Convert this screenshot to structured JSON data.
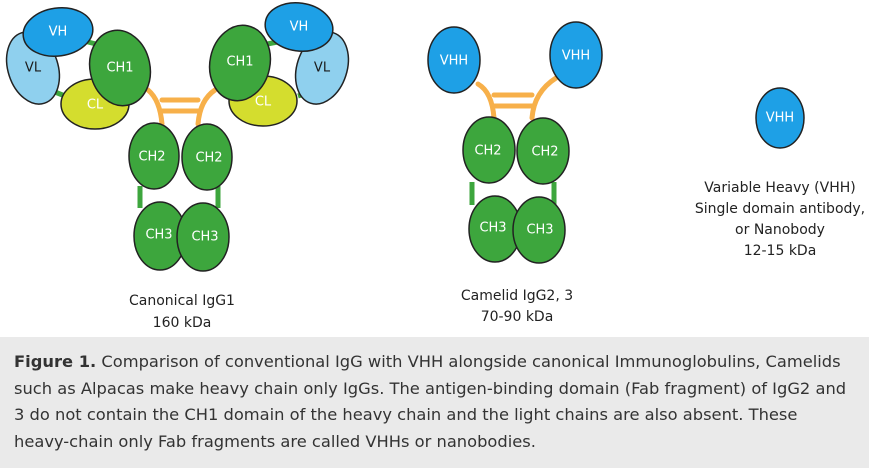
{
  "colors": {
    "vh_blue": "#1ea0e6",
    "vl_lightblue": "#8fd0ee",
    "ch_green": "#3da63d",
    "cl_yellow": "#d4dd2e",
    "hinge_orange": "#f7b04a",
    "outline": "#222222",
    "caption_bg": "#eaeaea"
  },
  "canonical_igg1": {
    "left_vh": "VH",
    "left_vl": "VL",
    "left_ch1": "CH1",
    "left_cl": "CL",
    "right_vh": "VH",
    "right_vl": "VL",
    "right_ch1": "CH1",
    "right_cl": "CL",
    "left_ch2": "CH2",
    "right_ch2": "CH2",
    "left_ch3": "CH3",
    "right_ch3": "CH3",
    "caption_line1": "Canonical IgG1",
    "caption_line2": "160 kDa"
  },
  "camelid_igg": {
    "left_vhh": "VHH",
    "right_vhh": "VHH",
    "left_ch2": "CH2",
    "right_ch2": "CH2",
    "left_ch3": "CH3",
    "right_ch3": "CH3",
    "caption_line1": "Camelid IgG2, 3",
    "caption_line2": "70-90 kDa"
  },
  "vhh_single": {
    "label": "VHH",
    "caption_line1": "Variable Heavy (VHH)",
    "caption_line2": "Single domain antibody,",
    "caption_line3": "or Nanobody",
    "caption_line4": "12-15 kDa"
  },
  "figure_caption": {
    "bold": "Figure 1.",
    "text": " Comparison of conventional IgG with VHH alongside canonical Immunoglobulins, Camelids such as Alpacas make heavy chain only IgGs. The antigen-binding domain (Fab fragment) of IgG2 and 3 do not contain the CH1 domain of the heavy chain and the light chains are also absent. These heavy-chain only Fab fragments are called VHHs or nanobodies."
  }
}
